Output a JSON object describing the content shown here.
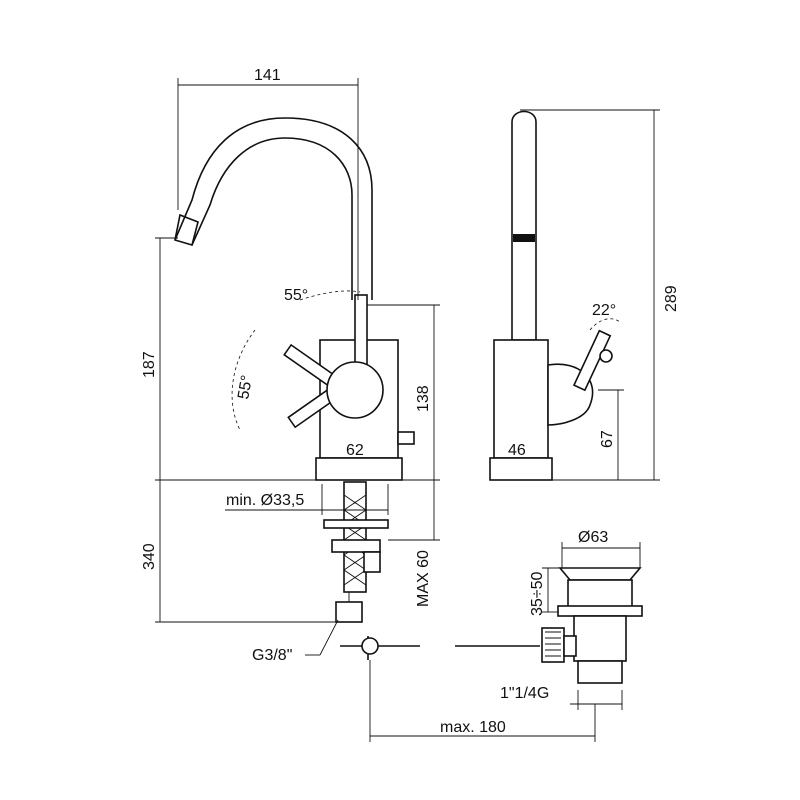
{
  "dimensions": {
    "width_141": "141",
    "height_187": "187",
    "angle_55_top": "55°",
    "angle_55_side": "55°",
    "height_138": "138",
    "base_62": "62",
    "min_hole": "min. Ø33,5",
    "max_60": "MAX 60",
    "length_340": "340",
    "thread_g38": "G3/8\"",
    "height_289": "289",
    "angle_22": "22°",
    "base_46": "46",
    "height_67": "67",
    "diameter_63": "Ø63",
    "range_35_50": "35÷50",
    "thread_1_1_4": "1\"1/4G",
    "max_180": "max. 180"
  }
}
